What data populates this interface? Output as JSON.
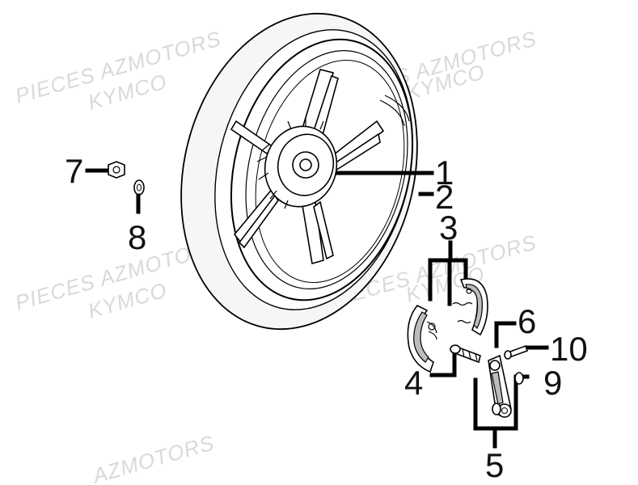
{
  "watermarks": [
    "PIECES AZMOTORS",
    "KYMCO",
    "PIECES AZMOTORS",
    "KYMCO",
    "PIECES AZMOTORS",
    "KYMCO",
    "PIECES AZMOTORS",
    "KYMCO",
    "AZMOTORS"
  ],
  "callouts": [
    "1",
    "2",
    "3",
    "4",
    "5",
    "6",
    "7",
    "8",
    "9",
    "10"
  ]
}
